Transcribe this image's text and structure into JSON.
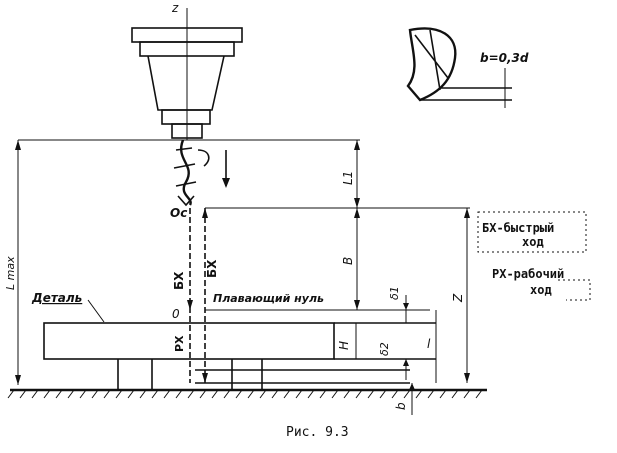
{
  "axis": {
    "z": "z",
    "z_at_origin": "0"
  },
  "tool_offset": {
    "formula": "b=0,3d"
  },
  "zero_points": {
    "tool_point": "Oc",
    "part_zero": "0"
  },
  "dimensions": {
    "l_max": "L max",
    "L1": "L1",
    "B": "B",
    "Z": "Z",
    "delta1": "δ1",
    "delta2": "δ2",
    "b_lower": "b",
    "H": "H",
    "l": "l"
  },
  "motions": {
    "rapid_abbr": "БХ",
    "work_abbr": "РХ"
  },
  "labels": {
    "part": "Деталь",
    "floating_zero": "Плавающий нуль"
  },
  "legend": {
    "rapid_line1": "БХ-быстрый",
    "rapid_line2": "ход",
    "work_line1": "РХ-рабочий",
    "work_line2": "ход"
  },
  "caption": "Рис. 9.3"
}
